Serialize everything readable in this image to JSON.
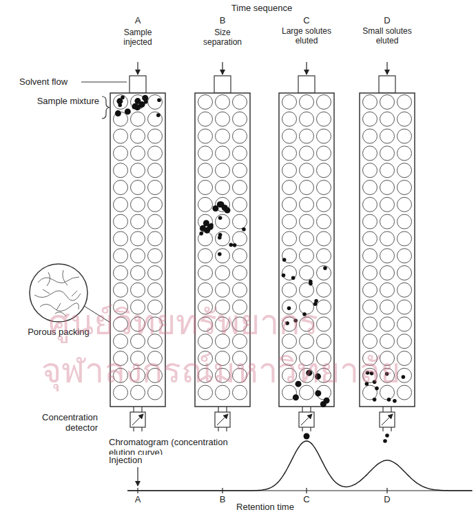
{
  "diagram": {
    "title": "Time sequence",
    "labels": [
      "A",
      "B",
      "C",
      "D",
      "Sample injected",
      "Size separation",
      "Large solutes eluted",
      "Small solutes eluted",
      "Solvent flow",
      "Sample mixture",
      "Porous packing",
      "Concentration detector",
      "Chromatogram (concentration elution curve)",
      "Injection",
      "A",
      "B",
      "C",
      "D",
      "Retention time",
      "ศูนย์วิทยทรัพยากร",
      "จุฬาลงกรณ์มหาวิทยาลัย"
    ]
  }
}
